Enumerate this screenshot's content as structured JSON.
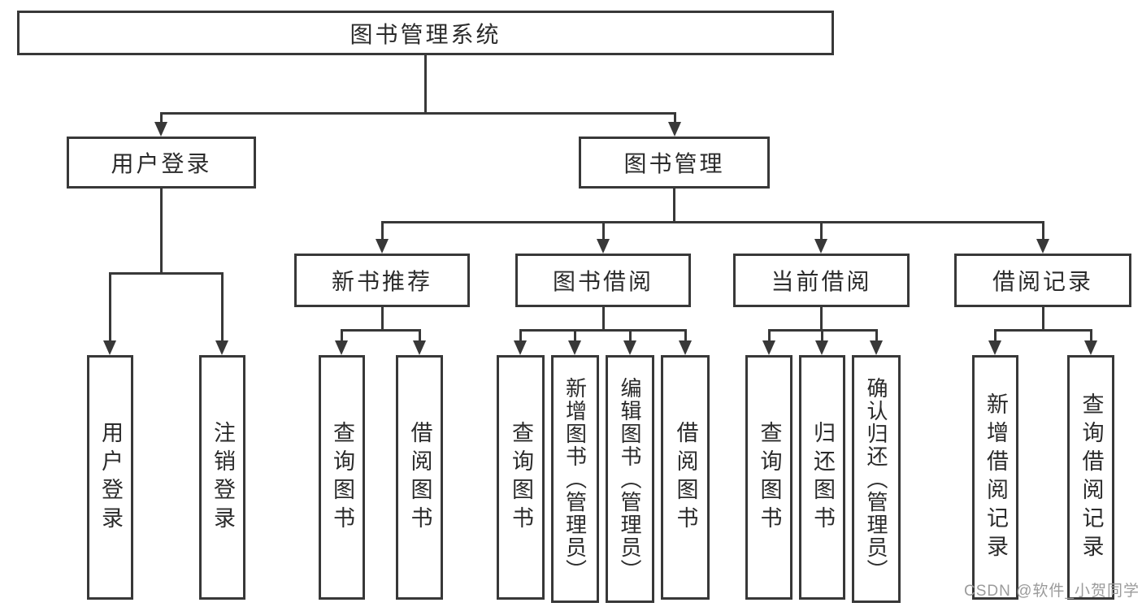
{
  "colors": {
    "line": "#383838",
    "text": "#2b2b2b",
    "background": "#ffffff",
    "watermark": "#9b9b9b"
  },
  "watermark": {
    "text": "CSDN @软件_小贺同学"
  },
  "diagram": {
    "title": "图书管理系统",
    "children": [
      {
        "label": "用户登录",
        "children": [
          {
            "label": "用户登录"
          },
          {
            "label": "注销登录"
          }
        ]
      },
      {
        "label": "图书管理",
        "children": [
          {
            "label": "新书推荐",
            "children": [
              {
                "label": "查询图书"
              },
              {
                "label": "借阅图书"
              }
            ]
          },
          {
            "label": "图书借阅",
            "children": [
              {
                "label": "查询图书"
              },
              {
                "label": "新增图书（管理员）"
              },
              {
                "label": "编辑图书（管理员）"
              },
              {
                "label": "借阅图书"
              }
            ]
          },
          {
            "label": "当前借阅",
            "children": [
              {
                "label": "查询图书"
              },
              {
                "label": "归还图书"
              },
              {
                "label": "确认归还（管理员）"
              }
            ]
          },
          {
            "label": "借阅记录",
            "children": [
              {
                "label": "新增借阅记录"
              },
              {
                "label": "查询借阅记录"
              }
            ]
          }
        ]
      }
    ]
  }
}
